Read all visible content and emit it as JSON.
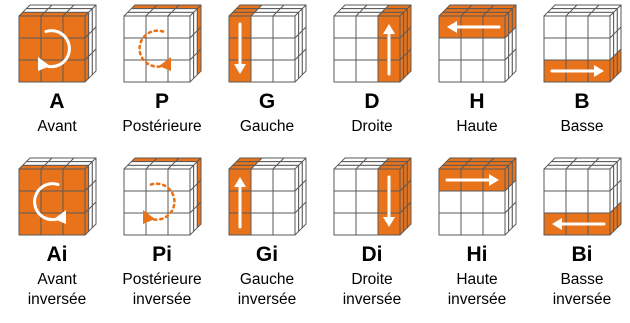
{
  "colors": {
    "orange": "#E8731A",
    "white": "#FFFFFF",
    "stroke": "#5A5A5A",
    "arrow": "#FFFFFF"
  },
  "moves": [
    {
      "code": "A",
      "name_lines": [
        "Avant"
      ],
      "highlight": "front",
      "arrow": "circle-cw",
      "arrow_icon": "rotate-clockwise-icon"
    },
    {
      "code": "P",
      "name_lines": [
        "Postérieure"
      ],
      "highlight": "back",
      "arrow": "dotted-ccw",
      "arrow_icon": "rotate-counterclockwise-dotted-icon"
    },
    {
      "code": "G",
      "name_lines": [
        "Gauche"
      ],
      "highlight": "left",
      "arrow": "down",
      "arrow_icon": "arrow-down-icon"
    },
    {
      "code": "D",
      "name_lines": [
        "Droite"
      ],
      "highlight": "right",
      "arrow": "up",
      "arrow_icon": "arrow-up-icon"
    },
    {
      "code": "H",
      "name_lines": [
        "Haute"
      ],
      "highlight": "top",
      "arrow": "left",
      "arrow_icon": "arrow-left-icon"
    },
    {
      "code": "B",
      "name_lines": [
        "Basse"
      ],
      "highlight": "bottom",
      "arrow": "right",
      "arrow_icon": "arrow-right-icon"
    },
    {
      "code": "Ai",
      "name_lines": [
        "Avant",
        "inversée"
      ],
      "highlight": "front",
      "arrow": "circle-ccw",
      "arrow_icon": "rotate-counterclockwise-icon"
    },
    {
      "code": "Pi",
      "name_lines": [
        "Postérieure",
        "inversée"
      ],
      "highlight": "back",
      "arrow": "dotted-cw",
      "arrow_icon": "rotate-clockwise-dotted-icon"
    },
    {
      "code": "Gi",
      "name_lines": [
        "Gauche",
        "inversée"
      ],
      "highlight": "left",
      "arrow": "up",
      "arrow_icon": "arrow-up-icon"
    },
    {
      "code": "Di",
      "name_lines": [
        "Droite",
        "inversée"
      ],
      "highlight": "right",
      "arrow": "down",
      "arrow_icon": "arrow-down-icon"
    },
    {
      "code": "Hi",
      "name_lines": [
        "Haute",
        "inversée"
      ],
      "highlight": "top",
      "arrow": "right",
      "arrow_icon": "arrow-right-icon"
    },
    {
      "code": "Bi",
      "name_lines": [
        "Basse",
        "inversée"
      ],
      "highlight": "bottom",
      "arrow": "left",
      "arrow_icon": "arrow-left-icon"
    }
  ]
}
